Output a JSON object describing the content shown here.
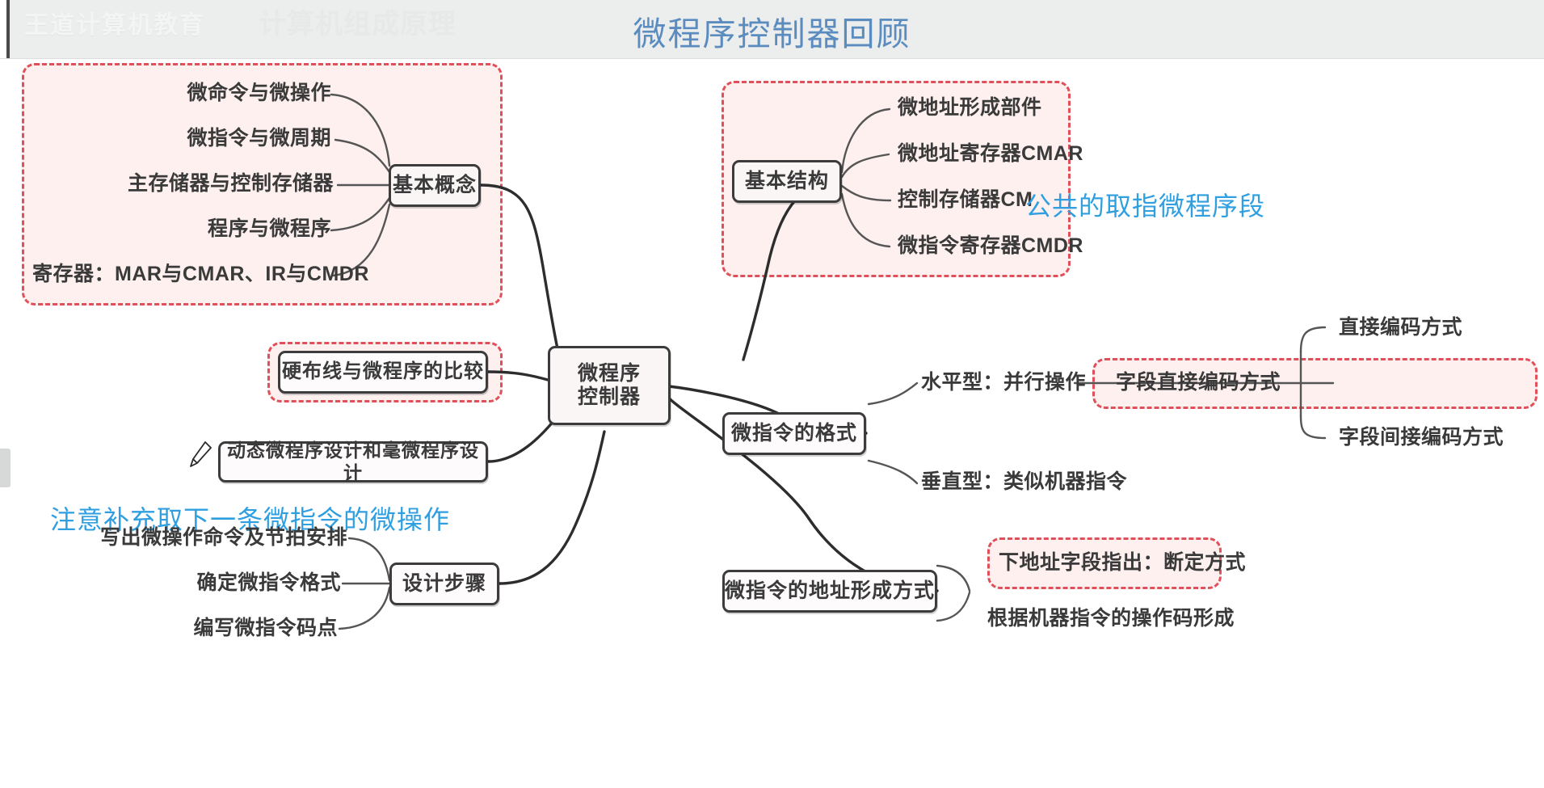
{
  "header": {
    "watermark": "王道计算机教育",
    "watermark_secondary": "计算机组成原理",
    "title": "微程序控制器回顾"
  },
  "mindmap": {
    "root": "微程序\n控制器",
    "root_line1": "微程序",
    "root_line2": "控制器",
    "branches": [
      {
        "id": "basic-concept",
        "node": "基本概念",
        "highlighted": true,
        "children": [
          "微命令与微操作",
          "微指令与微周期",
          "主存储器与控制存储器",
          "程序与微程序",
          "寄存器：MAR与CMAR、IR与CMDR"
        ]
      },
      {
        "id": "basic-structure",
        "node": "基本结构",
        "highlighted": true,
        "children": [
          "微地址形成部件",
          "微地址寄存器CMAR",
          "控制存储器CM",
          "微指令寄存器CMDR"
        ]
      },
      {
        "id": "comparison",
        "node": "硬布线与微程序的比较",
        "highlighted": true,
        "children": []
      },
      {
        "id": "dynamic-design",
        "node": "动态微程序设计和毫微程序设计",
        "highlighted": false,
        "children": []
      },
      {
        "id": "design-steps",
        "node": "设计步骤",
        "highlighted": false,
        "children": [
          "写出微操作命令及节拍安排",
          "确定微指令格式",
          "编写微指令码点"
        ]
      },
      {
        "id": "microinstruction-format",
        "node": "微指令的格式",
        "highlighted": false,
        "children": [
          "水平型：并行操作",
          "垂直型：类似机器指令"
        ],
        "grandchildren": [
          "直接编码方式",
          "字段直接编码方式",
          "字段间接编码方式"
        ],
        "grandchild_highlighted": "字段直接编码方式"
      },
      {
        "id": "address-formation",
        "node": "微指令的地址形成方式",
        "highlighted": false,
        "children": [
          "下地址字段指出：断定方式",
          "根据机器指令的操作码形成"
        ],
        "child_highlighted": "下地址字段指出：断定方式"
      }
    ]
  },
  "annotations": [
    {
      "id": "annot-fetch",
      "text": "公共的取指微程序段"
    },
    {
      "id": "annot-note",
      "text": "注意补充取下一条微指令的微操作"
    }
  ],
  "cursor": {
    "type": "pencil-cursor"
  },
  "colors": {
    "title_blue": "#5b8cc0",
    "annotation_blue": "#2f9fe0",
    "highlight_border": "#e0505a",
    "highlight_fill": "#fdf0ef",
    "node_border": "#3c3c3c",
    "header_bg": "#eceded"
  }
}
